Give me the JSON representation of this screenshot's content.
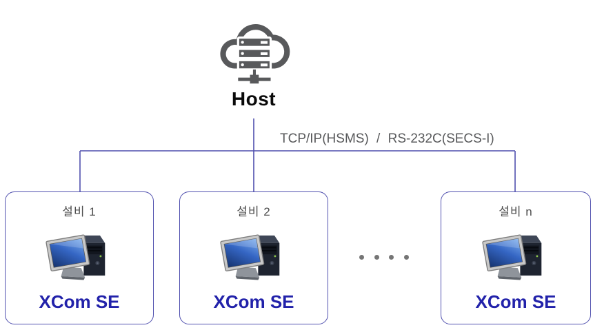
{
  "host": {
    "label": "Host",
    "icon": "cloud-server-icon"
  },
  "connection": {
    "protocol_label": "TCP/IP(HSMS) / RS-232C(SECS-I)"
  },
  "equipment_boxes": [
    {
      "name": "설비 1",
      "software": "XCom SE",
      "icon": "desktop-computer-icon"
    },
    {
      "name": "설비 2",
      "software": "XCom SE",
      "icon": "desktop-computer-icon"
    },
    {
      "name": "설비 n",
      "software": "XCom SE",
      "icon": "desktop-computer-icon"
    }
  ],
  "ellipsis": {
    "dot_count": 4
  },
  "colors": {
    "connector_line": "#4f4fae",
    "box_border": "#4f4fae",
    "software_text": "#2222aa",
    "protocol_text": "#58595b",
    "host_icon": "#58595b",
    "equipment_name_text": "#4e4e4e",
    "dot": "#757575"
  }
}
